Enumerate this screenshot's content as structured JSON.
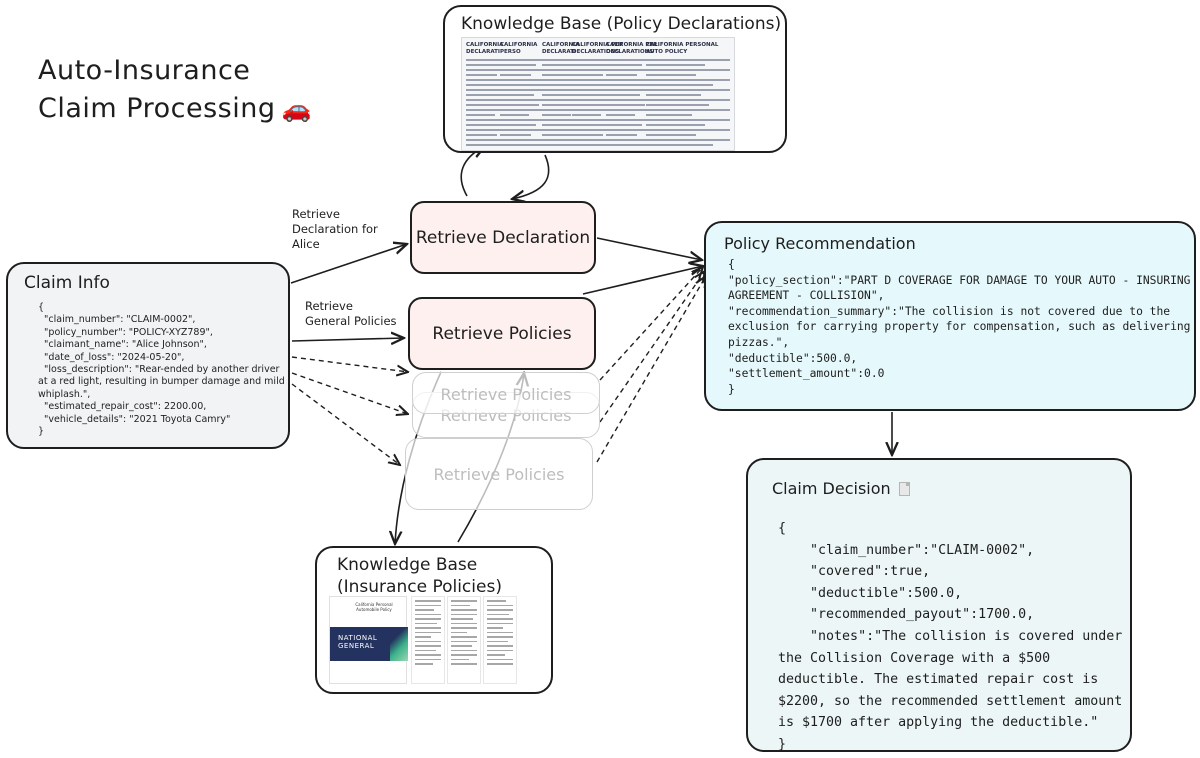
{
  "title": "Auto-Insurance\nClaim Processing",
  "title_icon": "car-icon",
  "kb_declarations": {
    "title": "Knowledge Base (Policy Declarations)",
    "doc_headers": [
      "CALIFORNIA DECLARATI",
      "CALIFORNIA PERSO DECLARATIONS PAG",
      "CALIFORNIA DECLARATI",
      "CALIFORNIA PER DECLARATIONS",
      "CALIFORNIA PER DECLARATIONS",
      "CALIFORNIA PERSONAL AUTO POLICY DECLARATIONS PAGE"
    ]
  },
  "claim_info": {
    "title": "Claim Info",
    "json": "{\n  \"claim_number\": \"CLAIM-0002\",\n  \"policy_number\": \"POLICY-XYZ789\",\n  \"claimant_name\": \"Alice Johnson\",\n  \"date_of_loss\": \"2024-05-20\",\n  \"loss_description\": \"Rear-ended by another driver at a red light, resulting in bumper damage and mild whiplash.\",\n  \"estimated_repair_cost\": 2200.00,\n  \"vehicle_details\": \"2021 Toyota Camry\"\n}"
  },
  "edge_labels": {
    "retrieve_declaration": "Retrieve\nDeclaration for\nAlice",
    "retrieve_policies": "Retrieve\nGeneral Policies"
  },
  "nodes": {
    "retrieve_declaration": "Retrieve Declaration",
    "retrieve_policies": "Retrieve Policies",
    "ghost": [
      "Retrieve Policies",
      "Retrieve Policies",
      "Retrieve Policies"
    ]
  },
  "policy_recommendation": {
    "title": "Policy Recommendation",
    "json": "{\n\"policy_section\":\"PART D COVERAGE FOR DAMAGE TO YOUR AUTO - INSURING AGREEMENT - COLLISION\",\n\"recommendation_summary\":\"The collision is not covered due to the exclusion for carrying property for compensation, such as delivering pizzas.\",\n\"deductible\":500.0,\n\"settlement_amount\":0.0\n}"
  },
  "claim_decision": {
    "title": "Claim Decision",
    "icon": "document-icon",
    "json": "{\n    \"claim_number\":\"CLAIM-0002\",\n    \"covered\":true,\n    \"deductible\":500.0,\n    \"recommended_payout\":1700.0,\n    \"notes\":\"The collision is covered under the Collision Coverage with a $500 deductible. The estimated repair cost is $2200, so the recommended settlement amount is $1700 after applying the deductible.\"\n}"
  },
  "kb_policies": {
    "title": "Knowledge Base\n(Insurance Policies)",
    "doc_cover_title": "California Personal Automobile Policy",
    "doc_brand": "NATIONAL\nGENERAL"
  },
  "colors": {
    "node_fill": "#fff0f0",
    "policy_rec_fill": "#e5f8fb",
    "claim_decision_fill": "#ecf6f7",
    "claim_info_fill": "#f1f3f5",
    "stroke": "#1e1e1e"
  }
}
